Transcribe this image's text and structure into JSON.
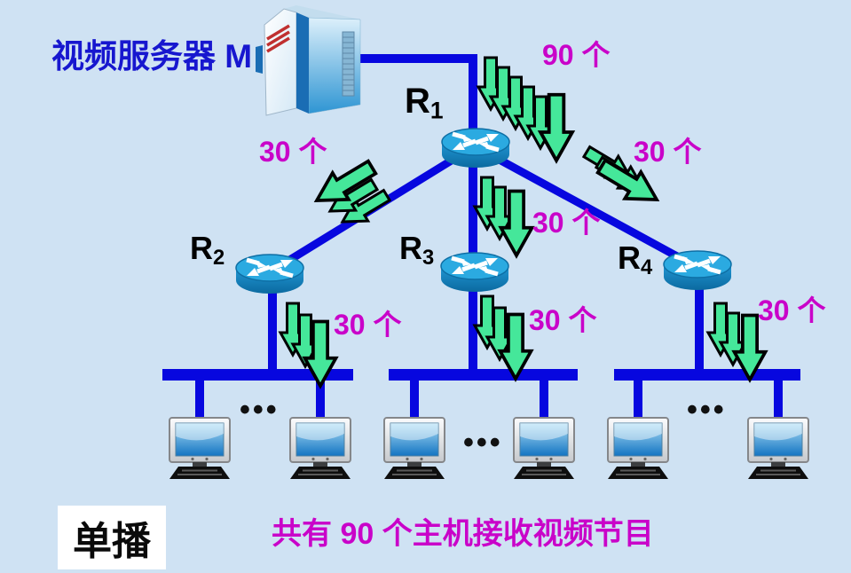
{
  "colors": {
    "background": "#cfe2f3",
    "link_blue": "#0707df",
    "label_blue": "#1717cf",
    "magenta": "#c903c9",
    "arrow_green": "#45e79a",
    "router_blue": "#2baae1"
  },
  "server": {
    "label": "视频服务器 M"
  },
  "routers": [
    {
      "name": "R",
      "sub": "1"
    },
    {
      "name": "R",
      "sub": "2"
    },
    {
      "name": "R",
      "sub": "3"
    },
    {
      "name": "R",
      "sub": "4"
    }
  ],
  "flows": {
    "server_to_r1": "90 个",
    "r1_to_r2": "30 个",
    "r1_to_r3": "30 个",
    "r1_to_r4": "30 个",
    "r2_to_lan": "30 个",
    "r3_to_lan": "30 个",
    "r4_to_lan": "30 个"
  },
  "lan": {
    "ellipsis": "•••"
  },
  "footer": {
    "mode": "单播",
    "caption": "共有 90 个主机接收视频节目"
  }
}
